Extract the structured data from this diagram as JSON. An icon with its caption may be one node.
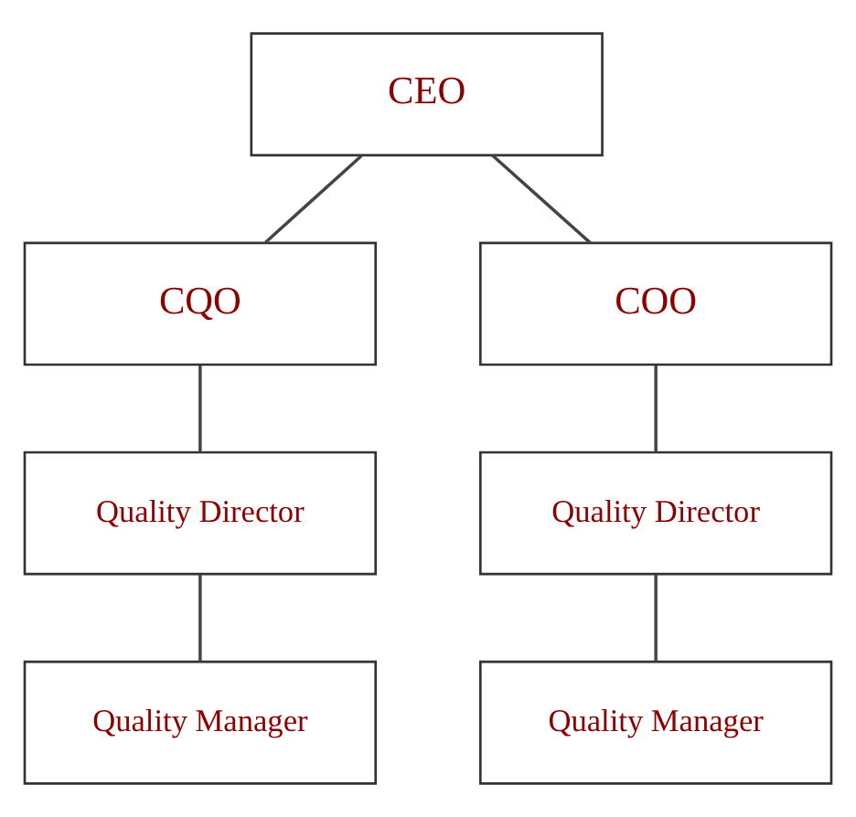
{
  "diagram": {
    "nodes": [
      {
        "text": [
          "CEO"
        ]
      },
      {
        "text": [
          "CQO"
        ]
      },
      {
        "text": [
          "COO"
        ]
      },
      {
        "text": [
          "Quality Director"
        ]
      },
      {
        "text": [
          "Quality Director"
        ]
      },
      {
        "text": [
          "Quality Manager"
        ]
      },
      {
        "text": [
          "Quality Manager"
        ]
      }
    ],
    "edges": [
      {
        "from": 0,
        "to": 1,
        "arrow": "none"
      },
      {
        "from": 0,
        "to": 2,
        "arrow": "none"
      },
      {
        "from": 1,
        "to": 3,
        "arrow": "none"
      },
      {
        "from": 2,
        "to": 4,
        "arrow": "none"
      },
      {
        "from": 3,
        "to": 5,
        "arrow": "none"
      },
      {
        "from": 4,
        "to": 6,
        "arrow": "none"
      }
    ]
  }
}
